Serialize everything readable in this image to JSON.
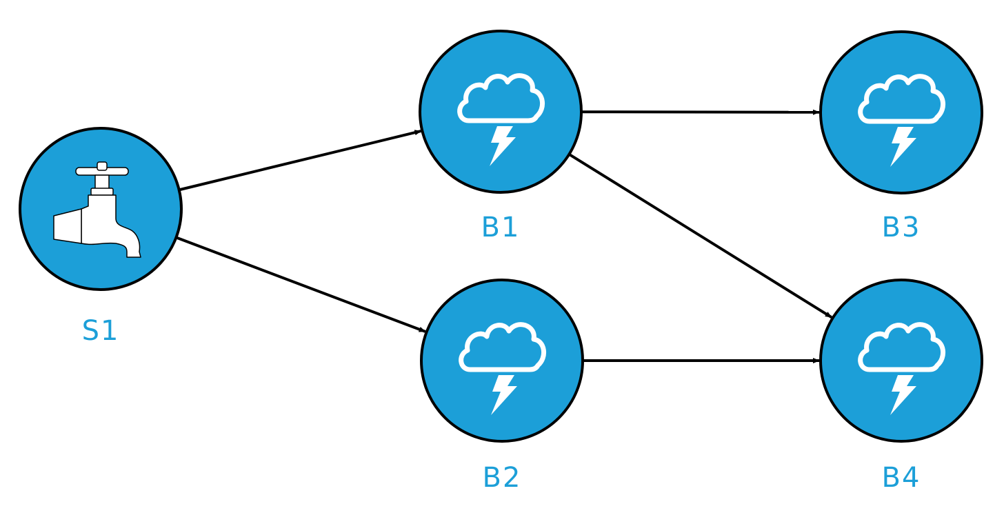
{
  "colors": {
    "node_fill": "#1c9fd8",
    "node_stroke": "#000000",
    "label": "#1c9fd8",
    "icon": "#ffffff",
    "edge": "#000000"
  },
  "nodes": [
    {
      "id": "S1",
      "label": "S1",
      "icon": "faucet-icon"
    },
    {
      "id": "B1",
      "label": "B1",
      "icon": "storm-cloud-icon"
    },
    {
      "id": "B2",
      "label": "B2",
      "icon": "storm-cloud-icon"
    },
    {
      "id": "B3",
      "label": "B3",
      "icon": "storm-cloud-icon"
    },
    {
      "id": "B4",
      "label": "B4",
      "icon": "storm-cloud-icon"
    }
  ],
  "edges": [
    {
      "from": "S1",
      "to": "B1"
    },
    {
      "from": "S1",
      "to": "B2"
    },
    {
      "from": "B1",
      "to": "B3"
    },
    {
      "from": "B1",
      "to": "B4"
    },
    {
      "from": "B2",
      "to": "B4"
    }
  ]
}
